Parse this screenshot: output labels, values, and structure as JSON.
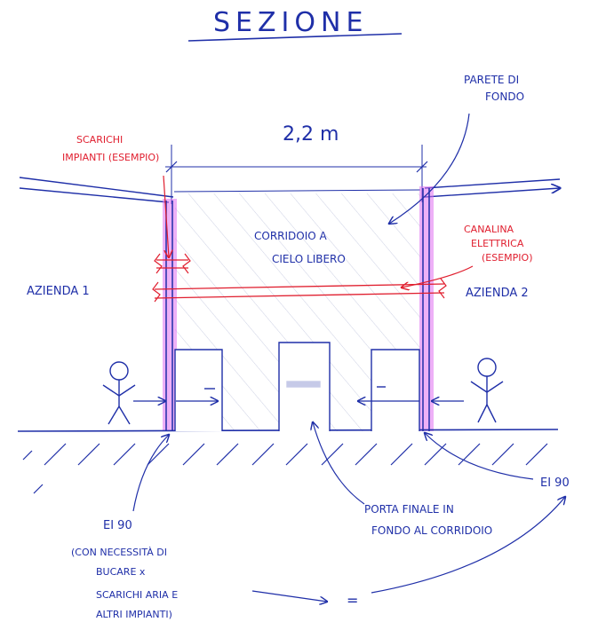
{
  "title": "SEZIONE",
  "dimension": "2,2 m",
  "labels": {
    "parete_1": "PARETE DI",
    "parete_2": "FONDO",
    "scarichi_1": "SCARICHI",
    "scarichi_2": "IMPIANTI (ESEMPIO)",
    "corridoio_1": "CORRIDOIO A",
    "corridoio_2": "CIELO LIBERO",
    "canalina_1": "CANALINA",
    "canalina_2": "ELETTRICA",
    "canalina_3": "(ESEMPIO)",
    "azienda_1": "AZIENDA 1",
    "azienda_2": "AZIENDA 2",
    "ei90_left": "EI 90",
    "note_1": "(CON NECESSITÀ DI",
    "note_2": "BUCARE x",
    "note_3": "SCARICHI ARIA E",
    "note_4": "ALTRI IMPIANTI)",
    "equals": "=",
    "ei90_right": "EI 90",
    "porta_1": "PORTA FINALE IN",
    "porta_2": "FONDO AL CORRIDOIO"
  },
  "colors": {
    "ink_blue": "#1f2fa8",
    "ink_red": "#e01e2e",
    "highlight": "#e070f0"
  }
}
